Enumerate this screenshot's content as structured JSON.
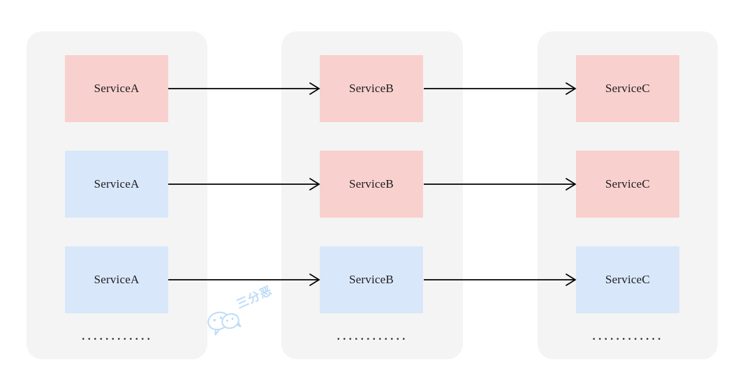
{
  "diagram": {
    "type": "service-call-chain",
    "background": "#ffffff",
    "panel_color": "#f4f4f4",
    "pink_color": "#f8d0ce",
    "blue_color": "#d9e7fa",
    "arrow_color": "#000000",
    "columns": [
      {
        "id": "column-a",
        "ellipsis": "............",
        "nodes": [
          {
            "label": "ServiceA",
            "state": "pink"
          },
          {
            "label": "ServiceA",
            "state": "blue"
          },
          {
            "label": "ServiceA",
            "state": "blue"
          }
        ]
      },
      {
        "id": "column-b",
        "ellipsis": "............",
        "nodes": [
          {
            "label": "ServiceB",
            "state": "pink"
          },
          {
            "label": "ServiceB",
            "state": "pink"
          },
          {
            "label": "ServiceB",
            "state": "blue"
          }
        ]
      },
      {
        "id": "column-c",
        "ellipsis": "............",
        "nodes": [
          {
            "label": "ServiceC",
            "state": "pink"
          },
          {
            "label": "ServiceC",
            "state": "pink"
          },
          {
            "label": "ServiceC",
            "state": "blue"
          }
        ]
      }
    ],
    "arrows": [
      {
        "from": "ServiceA",
        "to": "ServiceB",
        "row": 0
      },
      {
        "from": "ServiceB",
        "to": "ServiceC",
        "row": 0
      },
      {
        "from": "ServiceA",
        "to": "ServiceB",
        "row": 1
      },
      {
        "from": "ServiceB",
        "to": "ServiceC",
        "row": 1
      },
      {
        "from": "ServiceA",
        "to": "ServiceB",
        "row": 2
      },
      {
        "from": "ServiceB",
        "to": "ServiceC",
        "row": 2
      }
    ],
    "watermark": {
      "text": "三分恶",
      "color": "#bcdcf7",
      "icon": "wechat-icon"
    }
  }
}
